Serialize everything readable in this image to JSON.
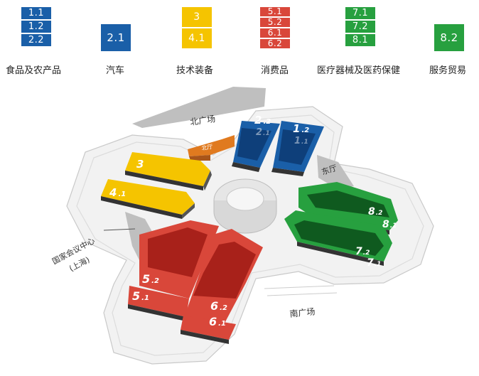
{
  "legend": {
    "groups": [
      {
        "label": "食品及农产品",
        "color": "#1a5fa8",
        "halls": [
          "1.1",
          "1.2",
          "2.2"
        ]
      },
      {
        "label": "汽车",
        "color": "#1a5fa8",
        "halls": [
          "2.1"
        ]
      },
      {
        "label": "技术装备",
        "color": "#f5c400",
        "halls": [
          "3",
          "4.1"
        ]
      },
      {
        "label": "消费品",
        "color": "#d9473a",
        "halls": [
          "5.1",
          "5.2",
          "6.1",
          "6.2"
        ]
      },
      {
        "label": "医疗器械及医药保健",
        "color": "#27a03f",
        "halls": [
          "7.1",
          "7.2",
          "8.1"
        ]
      },
      {
        "label": "服务贸易",
        "color": "#27a03f",
        "halls": [
          "8.2"
        ]
      }
    ]
  },
  "map": {
    "plazas": {
      "north": "北广场",
      "south": "南广场",
      "east_hall": "东厅",
      "north_hall": "北厅"
    },
    "center": {
      "name_line1": "国家会议中心",
      "name_line2": "(上海)"
    },
    "halls": {
      "h2_2": {
        "major": "2",
        "minor": "2"
      },
      "h2_1": {
        "major": "2",
        "minor": "1"
      },
      "h1_2": {
        "major": "1",
        "minor": "2"
      },
      "h1_1": {
        "major": "1",
        "minor": "1"
      },
      "h3": {
        "major": "3",
        "minor": ""
      },
      "h4_1": {
        "major": "4",
        "minor": "1"
      },
      "h5_2": {
        "major": "5",
        "minor": "2"
      },
      "h5_1": {
        "major": "5",
        "minor": "1"
      },
      "h6_2": {
        "major": "6",
        "minor": "2"
      },
      "h6_1": {
        "major": "6",
        "minor": "1"
      },
      "h7_2": {
        "major": "7",
        "minor": "2"
      },
      "h7_1": {
        "major": "7",
        "minor": "1"
      },
      "h8_2": {
        "major": "8",
        "minor": "2"
      },
      "h8_1": {
        "major": "8",
        "minor": "1"
      }
    },
    "colors": {
      "blue": "#1a5fa8",
      "blue_dark": "#0e3f7a",
      "yellow": "#f5c400",
      "red": "#d9473a",
      "red_dark": "#a8211a",
      "green": "#27a03f",
      "green_dark": "#0f5a1f",
      "orange": "#e07a1f"
    }
  }
}
